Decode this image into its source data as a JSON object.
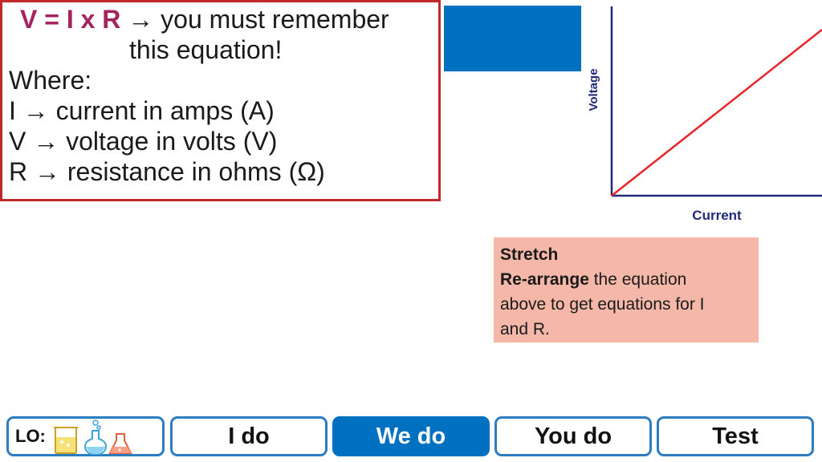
{
  "equation": {
    "formula": "V = I x R",
    "arrow": "→",
    "line1_rest": " you must remember",
    "line2": "this  equation!",
    "where": "Where:"
  },
  "definitions": [
    {
      "symbol": "I",
      "arrow": "→",
      "text": " current in amps (A)"
    },
    {
      "symbol": "V",
      "arrow": "→",
      "text": " voltage in volts (V)"
    },
    {
      "symbol": "R",
      "arrow": "→",
      "text": " resistance in ohms (Ω)"
    }
  ],
  "graph": {
    "ylabel": "Voltage",
    "xlabel": "Current",
    "axis_color": "#1f2a7a",
    "line_color": "#e8262a"
  },
  "stretch": {
    "title": "Stretch",
    "bold": "Re-arrange",
    "text1": " the equation",
    "text2": "above to get equations for I",
    "text3": "and R."
  },
  "nav": {
    "lo": "LO:",
    "i_do": "I do",
    "we_do": "We do",
    "you_do": "You do",
    "test": "Test",
    "active": "We do"
  },
  "colors": {
    "accent_blue": "#0070c0",
    "border_red": "#c0282d",
    "formula": "#a3245e",
    "stretch_bg": "#f4b7a8"
  },
  "icons": [
    "beaker-icon",
    "round-flask-icon",
    "conical-flask-icon"
  ]
}
